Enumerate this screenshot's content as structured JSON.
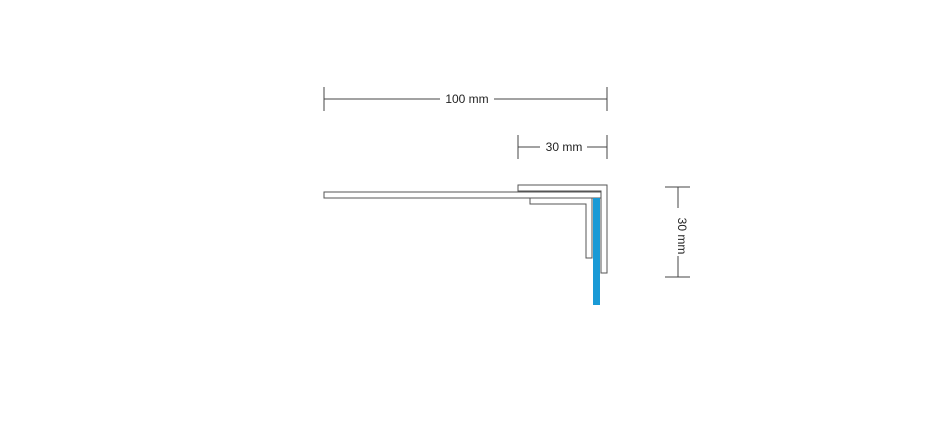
{
  "dimensions": {
    "total_width": "100 mm",
    "flange_width": "30 mm",
    "height": "30 mm"
  },
  "colors": {
    "line": "#555555",
    "dimension_line": "#444444",
    "accent_strip": "#1a9ad6"
  }
}
